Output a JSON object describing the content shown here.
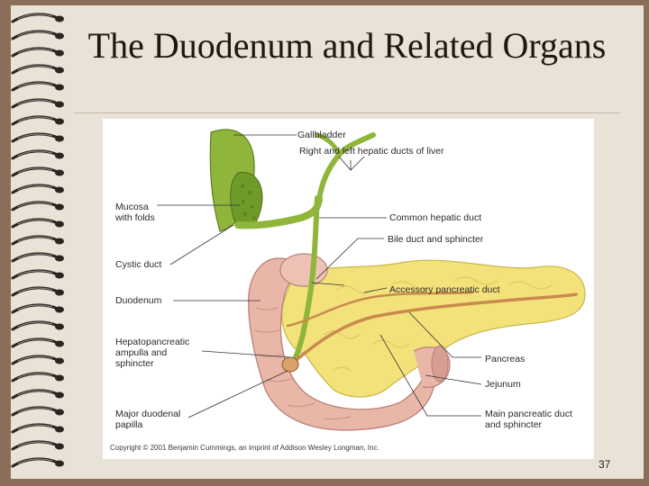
{
  "slide": {
    "title": "The Duodenum and Related Organs",
    "page_number": "37"
  },
  "figure": {
    "labels": {
      "gallbladder": "Gallbladder",
      "hepatic_ducts": "Right and left hepatic ducts of liver",
      "mucosa": "Mucosa\nwith folds",
      "common_hepatic_duct": "Common hepatic duct",
      "bile_duct": "Bile duct and sphincter",
      "cystic_duct": "Cystic duct",
      "accessory_pancreatic_duct": "Accessory pancreatic duct",
      "duodenum": "Duodenum",
      "hepatopancreatic": "Hepatopancreatic\nampulla and\nsphincter",
      "pancreas": "Pancreas",
      "jejunum": "Jejunum",
      "major_papilla": "Major duodenal\npapilla",
      "main_pancreatic_duct": "Main pancreatic duct\nand sphincter"
    },
    "copyright": "Copyright © 2001 Benjamin Cummings, an imprint of Addison Wesley Longman, Inc."
  },
  "colors": {
    "background": "#8a6e5a",
    "paper": "#e9e2d6",
    "gallbladder": "#8fb53a",
    "pancreas": "#f3e27a",
    "duodenum": "#e9b7a8",
    "duct": "#c98a50"
  },
  "icons": [
    "spiral-binding-icon"
  ]
}
